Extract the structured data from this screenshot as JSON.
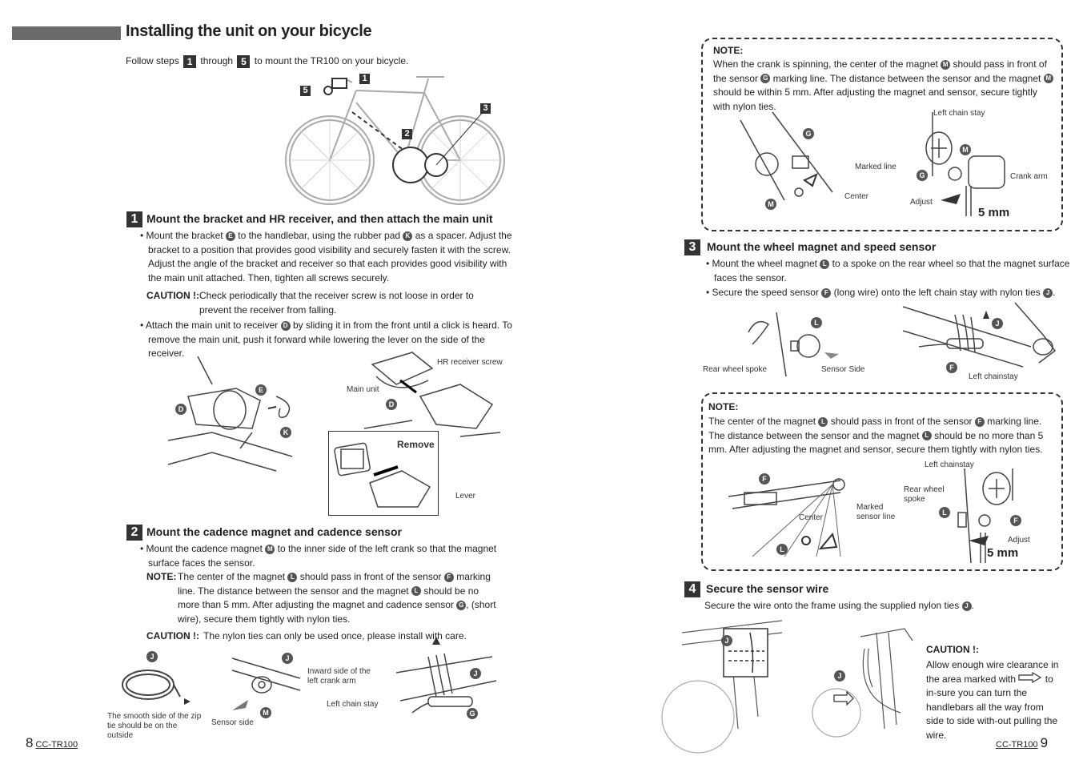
{
  "left": {
    "title": "Installing the unit on your bicycle",
    "intro": {
      "a": "Follow steps",
      "n1": "1",
      "b": "through",
      "n2": "5",
      "c": "to mount the TR100 on your bicycle."
    },
    "overview_labels": [
      "1",
      "5",
      "2",
      "3"
    ],
    "step1": {
      "num": "1",
      "title": "Mount the bracket and HR receiver, and then attach the main unit",
      "p1": [
        "• Mount the bracket ",
        "E",
        " to the handlebar, using the rubber pad ",
        "K",
        " as a spacer. Adjust the bracket to a position that provides good visibility and securely fasten it with the screw. Adjust the angle of the bracket and receiver so that each provides good visibility with the main unit attached. Then, tighten all screws securely."
      ],
      "caution_label": "CAUTION !:",
      "caution_text": "Check periodically that the receiver screw is not loose in order to prevent the receiver from falling.",
      "p2": [
        "• Attach the main unit to receiver ",
        "D",
        " by sliding it in from the front until a click is heard. To remove the main unit, push it forward while lowering the lever on the side of the receiver."
      ],
      "fig": {
        "e": "E",
        "d": "D",
        "k": "K",
        "d2": "D",
        "main_unit": "Main unit",
        "hr_screw": "HR receiver screw",
        "remove": "Remove",
        "lever": "Lever"
      }
    },
    "step2": {
      "num": "2",
      "title": "Mount the cadence magnet and cadence sensor",
      "p1": [
        "• Mount the cadence magnet ",
        "M",
        " to the inner side of the left crank so that the magnet surface faces the sensor."
      ],
      "note_label": "NOTE:",
      "note": [
        "The center of the magnet ",
        "L",
        " should pass in front of the sensor ",
        "F",
        " marking line. The distance between the sensor and the magnet ",
        "L",
        " should be no more than 5 mm. After adjusting the magnet and cadence sensor ",
        "G",
        ", (short wire), secure them tightly with nylon ties."
      ],
      "caution_label": "CAUTION !:",
      "caution_text": "The nylon ties can only be used once, please install with care.",
      "fig": {
        "j1": "J",
        "smooth": "The smooth side of the zip tie should be on the outside",
        "j2": "J",
        "inward": "Inward side of the left crank arm",
        "sensor_side": "Sensor side",
        "m": "M",
        "left_chain": "Left chain stay",
        "j3": "J",
        "g": "G"
      }
    },
    "footer": {
      "page": "8",
      "model": "CC-TR100"
    }
  },
  "right": {
    "note1": {
      "label": "NOTE:",
      "text": [
        "When the crank is spinning, the center of the magnet ",
        "M",
        " should pass in front of the sensor ",
        "G",
        " marking line. The distance between the sensor and the magnet ",
        "M",
        " should be within 5 mm. After adjusting the magnet and sensor, secure tightly with nylon ties."
      ],
      "fig": {
        "g1": "G",
        "marked_line": "Marked line",
        "center": "Center",
        "m1": "M",
        "left_chain_stay": "Left chain stay",
        "m2": "M",
        "g2": "G",
        "crank_arm": "Crank arm",
        "adjust": "Adjust",
        "mm": "5 mm"
      }
    },
    "step3": {
      "num": "3",
      "title": "Mount the wheel magnet and speed sensor",
      "p1": [
        "• Mount the wheel magnet ",
        "L",
        " to a spoke on the rear wheel so that the magnet surface faces the sensor."
      ],
      "p2": [
        "• Secure the speed sensor ",
        "F",
        " (long wire) onto the left chain stay with nylon ties ",
        "J",
        "."
      ],
      "fig": {
        "l": "L",
        "rear_spoke": "Rear wheel spoke",
        "sensor_side": "Sensor Side",
        "j": "J",
        "f": "F",
        "left_chainstay": "Left chainstay"
      }
    },
    "note2": {
      "label": "NOTE:",
      "text": [
        "The center of the magnet ",
        "L",
        " should pass in front of the sensor ",
        "F",
        " marking line. The distance between the sensor and the magnet ",
        "L",
        " should be no more than 5 mm. After adjusting the magnet and sensor, secure them tightly with nylon ties."
      ],
      "fig": {
        "f1": "F",
        "center": "Center",
        "l1": "L",
        "marked": "Marked sensor line",
        "left_chainstay": "Left chainstay",
        "rear_spoke": "Rear wheel spoke",
        "l2": "L",
        "f2": "F",
        "adjust": "Adjust",
        "mm": "5 mm"
      }
    },
    "step4": {
      "num": "4",
      "title": "Secure the sensor wire",
      "p1": [
        "Secure the wire onto the frame using the supplied nylon ties ",
        "J",
        "."
      ],
      "fig": {
        "j1": "J",
        "j2": "J"
      },
      "caution_label": "CAUTION !:",
      "caution_a": "Allow enough wire clearance in the area marked with",
      "caution_b": "to in-sure you can turn the handlebars all the way from side to side with-out pulling the wire."
    },
    "footer": {
      "model": "CC-TR100",
      "page": "9"
    }
  }
}
